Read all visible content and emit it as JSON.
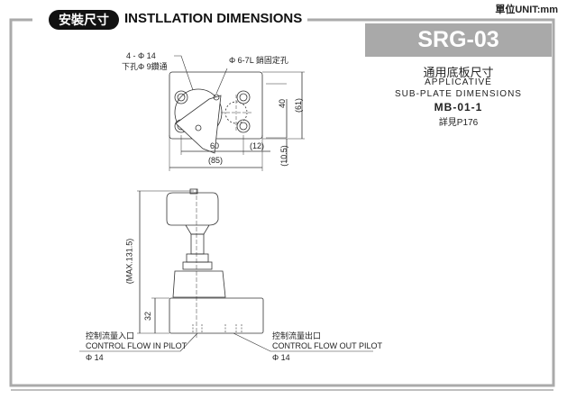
{
  "header": {
    "unit": "單位UNIT:mm",
    "section_cn": "安裝尺寸",
    "section_en": "INSTLLATION DIMENSIONS",
    "model": "SRG-03"
  },
  "subplate": {
    "title_cn": "通用底板尺寸",
    "line1": "APPLICATIVE",
    "line2": "SUB-PLATE DIMENSIONS",
    "model": "MB-01-1",
    "ref": "詳見P176"
  },
  "top_view": {
    "hole_label1": "4 - Φ 14",
    "hole_label2": "下孔Φ 9鑽通",
    "pin_label": "Φ 6-7L 銷固定孔",
    "dim_40": "40",
    "dim_61": "(61)",
    "dim_60": "60",
    "dim_12": "(12)",
    "dim_85": "(85)",
    "dim_105": "(10.5)"
  },
  "side_view": {
    "dim_max": "(MAX.131.5)",
    "dim_32": "32",
    "in_cn": "控制流量入口",
    "in_en": "CONTROL FLOW IN PILOT",
    "in_dia": "Φ 14",
    "out_cn": "控制流量出口",
    "out_en": "CONTROL FLOW OUT PILOT",
    "out_dia": "Φ 14"
  }
}
